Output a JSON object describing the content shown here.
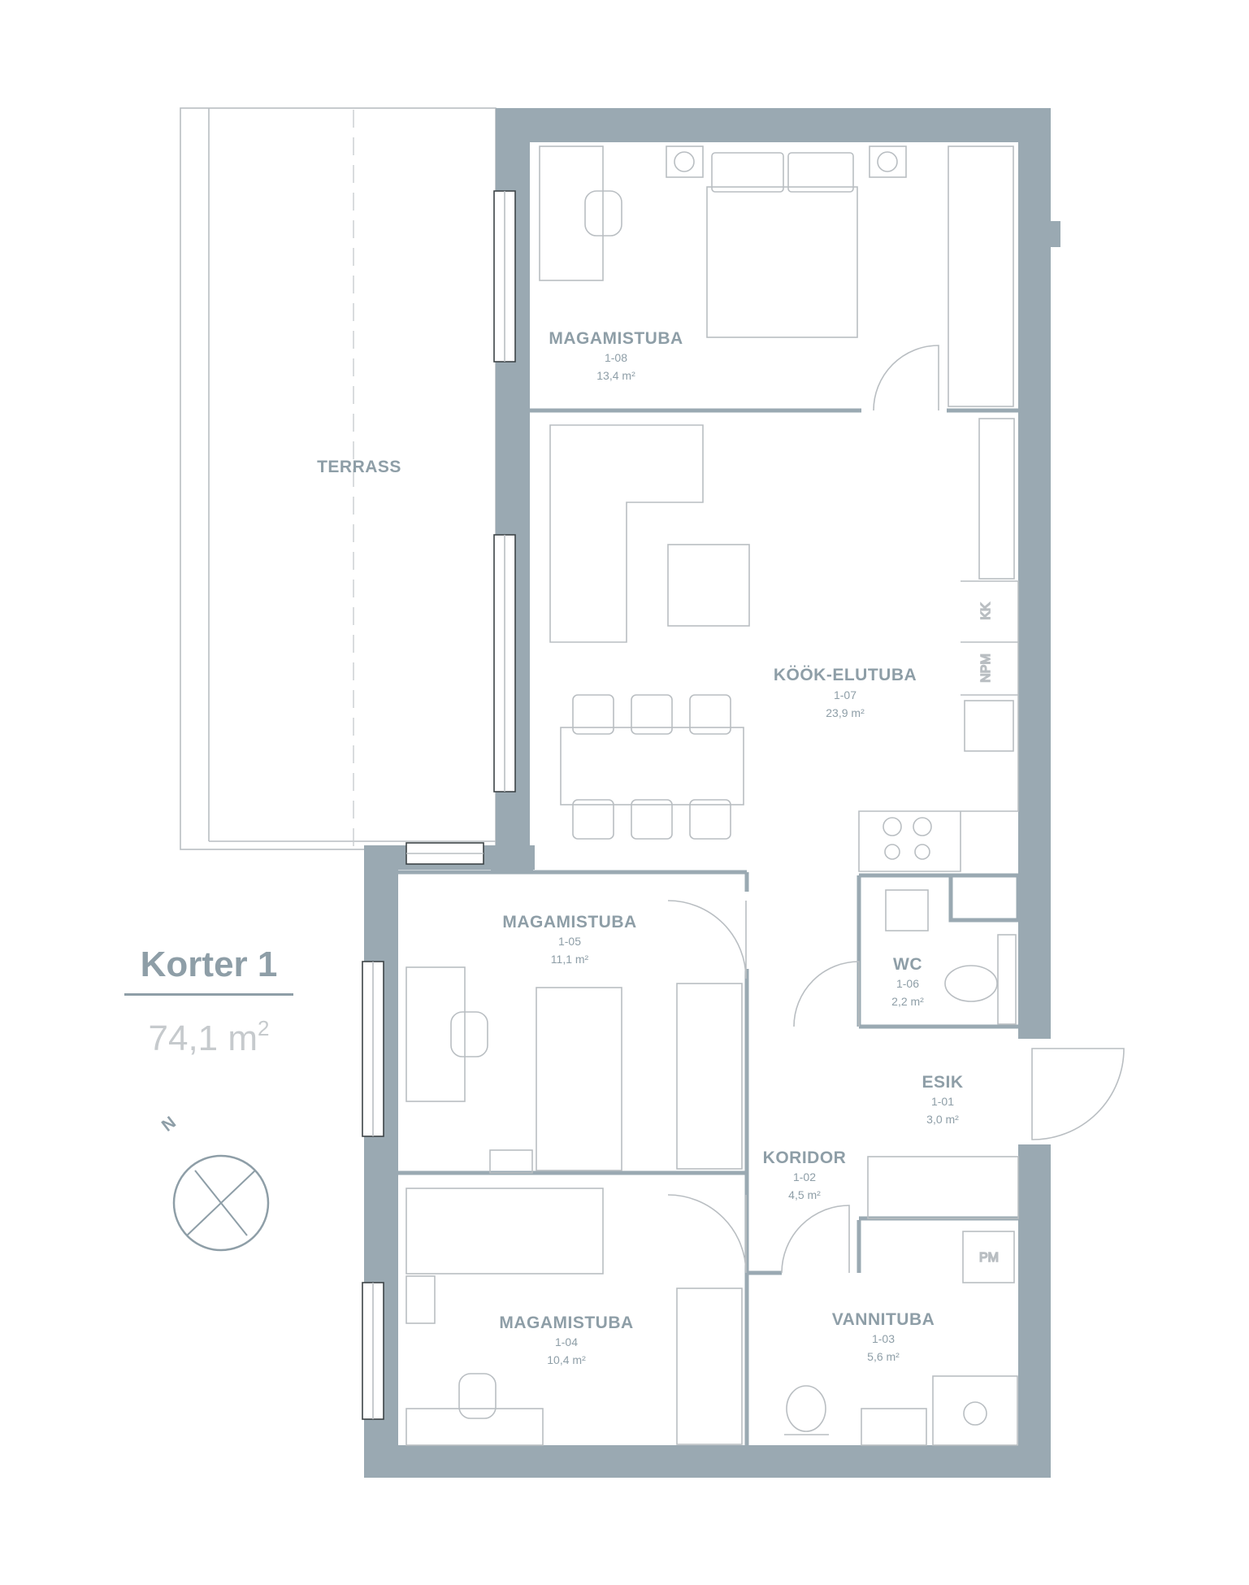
{
  "plan": {
    "title": "Korter 1",
    "total_area_value": "74,1 m",
    "total_area_sup": "2",
    "compass_label": "N",
    "terrace_label": "TERRASS"
  },
  "rooms": [
    {
      "name": "MAGAMISTUBA",
      "code": "1-08",
      "area": "13,4 m²"
    },
    {
      "name": "KÖÖK-ELUTUBA",
      "code": "1-07",
      "area": "23,9 m²"
    },
    {
      "name": "MAGAMISTUBA",
      "code": "1-05",
      "area": "11,1 m²"
    },
    {
      "name": "WC",
      "code": "1-06",
      "area": "2,2 m²"
    },
    {
      "name": "ESIK",
      "code": "1-01",
      "area": "3,0 m²"
    },
    {
      "name": "KORIDOR",
      "code": "1-02",
      "area": "4,5 m²"
    },
    {
      "name": "MAGAMISTUBA",
      "code": "1-04",
      "area": "10,4 m²"
    },
    {
      "name": "VANNITUBA",
      "code": "1-03",
      "area": "5,6 m²"
    }
  ],
  "fixtures": {
    "kk": "KK",
    "npm": "NPM",
    "pm": "PM"
  },
  "colors": {
    "wall": "#9aa9b2",
    "text": "#8e9ea7",
    "furniture": "#b9bec2"
  }
}
